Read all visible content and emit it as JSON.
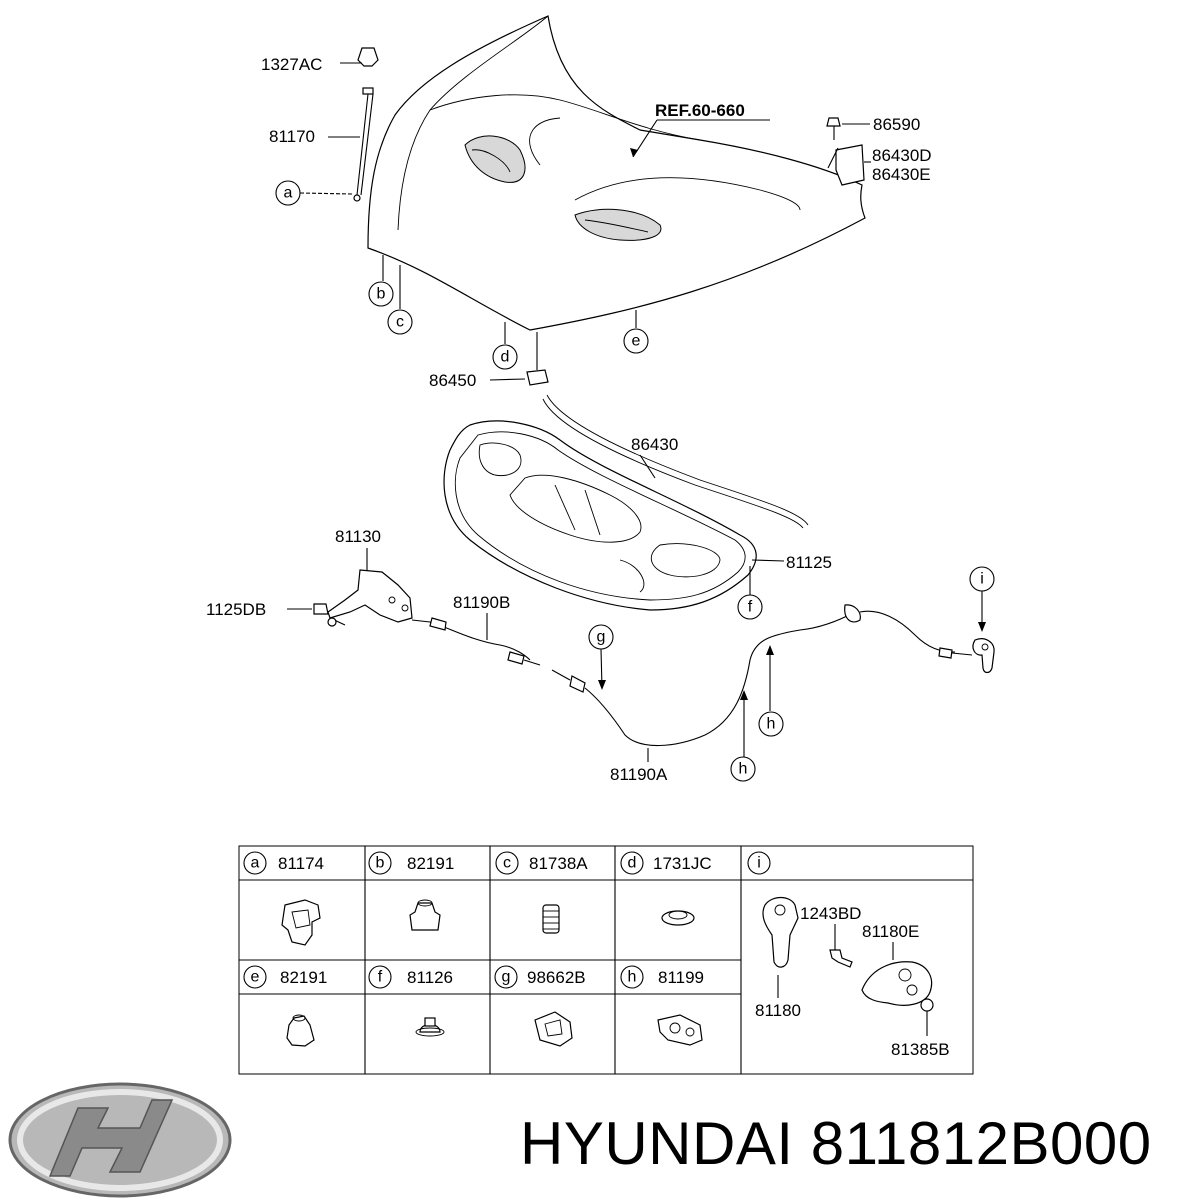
{
  "callouts": {
    "p1327ac": "1327AC",
    "p81170": "81170",
    "ref": "REF.60-660",
    "p86590": "86590",
    "p86430d": "86430D",
    "p86430e": "86430E",
    "p86450": "86450",
    "p86430": "86430",
    "p81130": "81130",
    "p1125db": "1125DB",
    "p81190b": "81190B",
    "p81125": "81125",
    "p81190a": "81190A"
  },
  "letters": {
    "a": "a",
    "b": "b",
    "c": "c",
    "d": "d",
    "e": "e",
    "f": "f",
    "g": "g",
    "h": "h",
    "i": "i"
  },
  "legend": {
    "cells": [
      {
        "letter": "a",
        "part": "81174"
      },
      {
        "letter": "b",
        "part": "82191"
      },
      {
        "letter": "c",
        "part": "81738A"
      },
      {
        "letter": "d",
        "part": "1731JC"
      },
      {
        "letter": "e",
        "part": "82191"
      },
      {
        "letter": "f",
        "part": "81126"
      },
      {
        "letter": "g",
        "part": "98662B"
      },
      {
        "letter": "h",
        "part": "81199"
      }
    ],
    "i_cell": {
      "letter": "i",
      "parts": [
        "1243BD",
        "81180E",
        "81180",
        "81385B"
      ]
    }
  },
  "brand": {
    "text": "HYUNDAI 811812B000"
  }
}
